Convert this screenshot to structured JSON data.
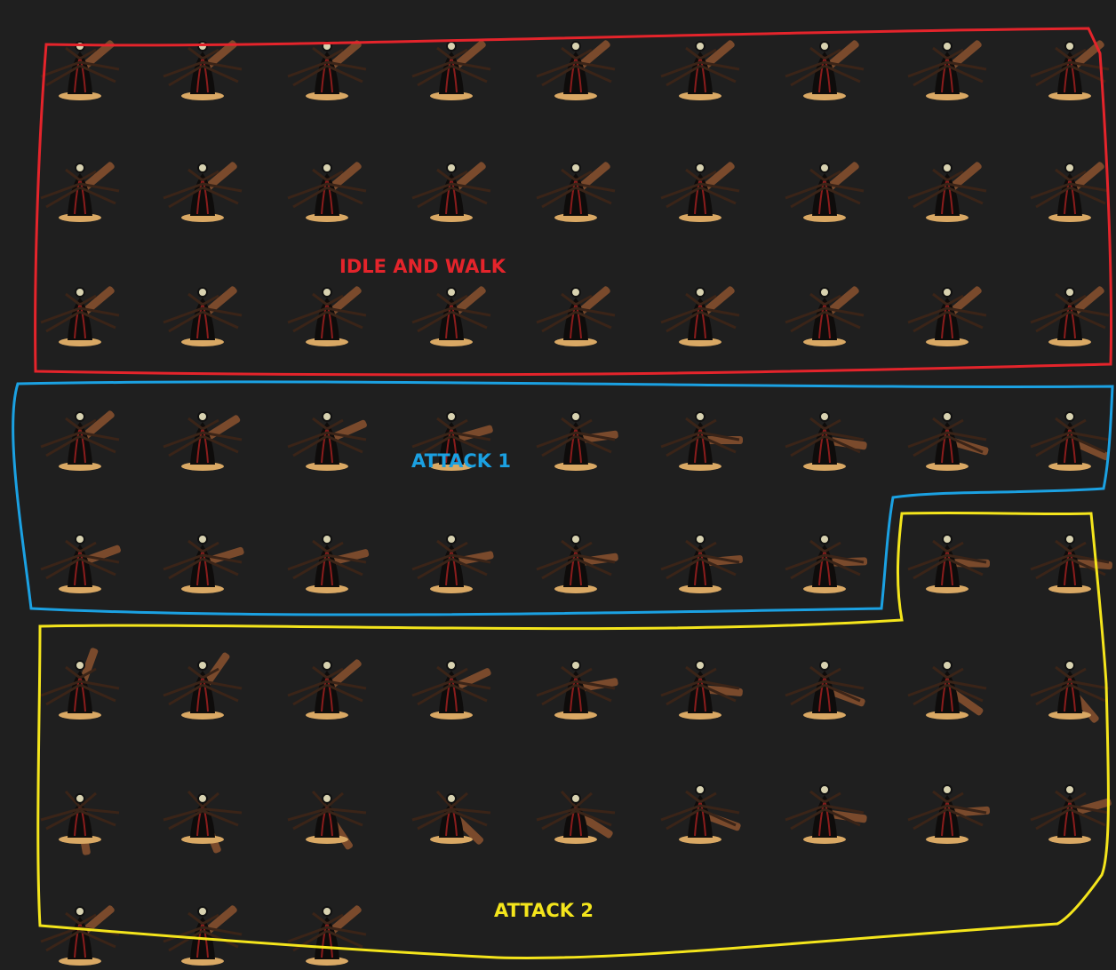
{
  "annotations": [
    {
      "label": "IDLE AND WALK",
      "color": "#e4242b"
    },
    {
      "label": "ATTACK 1",
      "color": "#1ba1e2"
    },
    {
      "label": "ATTACK 2",
      "color": "#f4e51c"
    }
  ],
  "sprite_sheet": {
    "columns": 9,
    "frames_per_row": [
      9,
      9,
      9,
      9,
      9,
      9,
      9,
      3
    ],
    "row_groups": [
      "idle",
      "idle",
      "idle",
      "attack1",
      "attack1-attack2",
      "attack2",
      "attack2",
      "attack2"
    ],
    "attack1_frames_in_row5": 7
  },
  "colors": {
    "background": "#1f1f1f",
    "body": "#0e0c0b",
    "club": "#7a4a2c",
    "sand": "#d9a864",
    "accent": "#8a1c1c"
  }
}
